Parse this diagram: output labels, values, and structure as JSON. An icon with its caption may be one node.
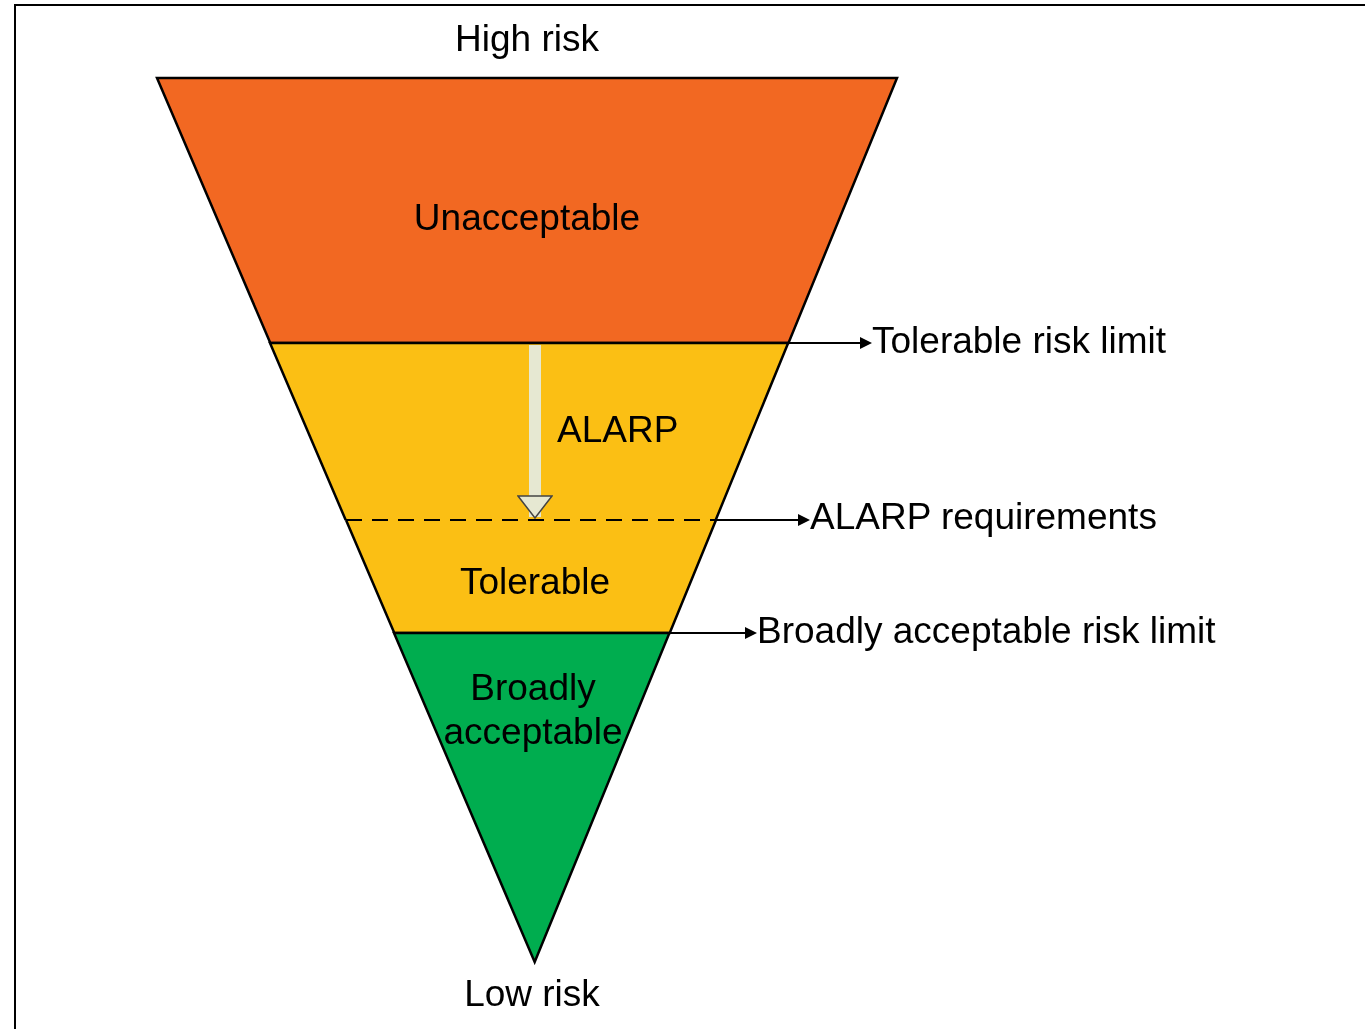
{
  "diagram": {
    "nodes": [
      {
        "text": [
          "Unacceptable"
        ]
      },
      {
        "text": [
          "ALARP"
        ]
      },
      {
        "text": [
          "Tolerable"
        ]
      },
      {
        "text": [
          "Broadly acceptable"
        ]
      },
      {
        "text": [
          "Tolerable risk limit"
        ]
      },
      {
        "text": [
          "ALARP requirements"
        ]
      },
      {
        "text": [
          "Broadly acceptable risk limit"
        ]
      }
    ],
    "edges": [
      {
        "from": 1,
        "to": 2,
        "arrow": "to",
        "style": "thick",
        "color": "#e6e8d2"
      },
      {
        "from": 1,
        "to": 4,
        "arrow": "to"
      },
      {
        "from": 1,
        "to": 5,
        "arrow": "to"
      },
      {
        "from": 2,
        "to": 6,
        "arrow": "to"
      }
    ],
    "labels": [
      "High risk",
      "Low risk"
    ]
  }
}
